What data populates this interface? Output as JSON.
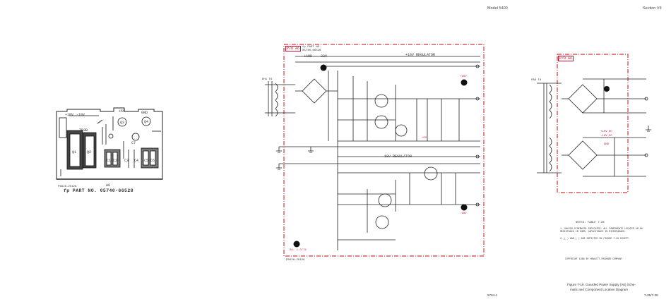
{
  "header": {
    "model": "Model 5400",
    "section": "Section VII"
  },
  "board": {
    "part_number": "fp PART NO. 05740-66528",
    "board_id": "A6",
    "board_top_labels": [
      "+10V",
      "-10V",
      "+5V",
      "GND"
    ],
    "code": "P6928-25428",
    "components": [
      "TP3B",
      "Q1",
      "Q2",
      "Q3",
      "Q4",
      "C1",
      "C2",
      "C3",
      "C4",
      "C5",
      "C6",
      "C7"
    ]
  },
  "schematic": {
    "board_tag": "P/O A6",
    "board_info": [
      "fp PART NO.",
      "05740-66528"
    ],
    "pos_reg_label": "+10V REGULATOR",
    "neg_reg_label": "-10V REGULATOR",
    "gnd_label": "+AND -- 22V",
    "input_label": "DH1 T6",
    "ref_label": "R4: L-3/71",
    "footer_code": "P6928-25428"
  },
  "right_schematic": {
    "board_tag": "P/O A6",
    "input_label": "PA6 T4",
    "notes_title": "NOTES: TABLE 7-XX",
    "notes": [
      "1. UNLESS OTHERWISE INDICATED, ALL COMPONENTS LOCATED ON A6. RESISTANCE IN OHMS, CAPACITANCE IN MICROFARADS.",
      "2. ( ) AND ( ) ARE DEPICTED IN FIGURE 7-20 EXCEPT."
    ],
    "copyright": "COPYRIGHT 1969 BY HEWLETT-PACKARD COMPANY"
  },
  "caption": {
    "lines": [
      "Figure 7-19. Guarded Power Supply (A6) Sche-",
      "matic and Component Location Diagram",
      "7-35/7-36"
    ],
    "code": "5754-1"
  },
  "voltage_markers": [
    "+10V",
    "-10V",
    "+5V",
    "+10V DC",
    "-10V DC",
    "GND"
  ]
}
